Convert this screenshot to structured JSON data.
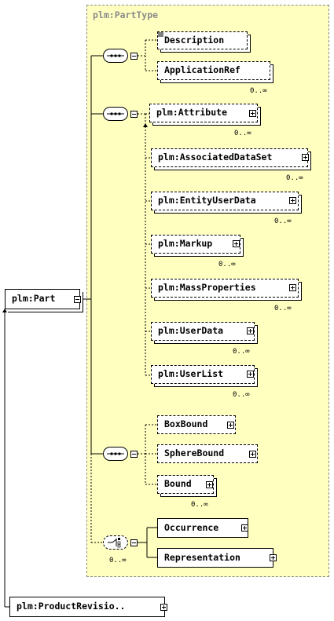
{
  "complex_type": {
    "title": "plm:PartType"
  },
  "root": {
    "label": "plm:Part"
  },
  "parent": {
    "label": "plm:ProductRevisio.."
  },
  "sequence_1": {
    "elements": [
      {
        "label": "Description",
        "occurs": ""
      },
      {
        "label": "ApplicationRef",
        "occurs": "0..∞"
      }
    ]
  },
  "sequence_2": {
    "elements": [
      {
        "label": "plm:Attribute",
        "occurs": "0..∞"
      },
      {
        "label": "plm:AssociatedDataSet",
        "occurs": "0..∞"
      },
      {
        "label": "plm:EntityUserData",
        "occurs": "0..∞"
      },
      {
        "label": "plm:Markup",
        "occurs": "0..∞"
      },
      {
        "label": "plm:MassProperties",
        "occurs": "0..∞"
      },
      {
        "label": "plm:UserData",
        "occurs": "0..∞"
      },
      {
        "label": "plm:UserList",
        "occurs": "0..∞"
      }
    ]
  },
  "sequence_3": {
    "elements": [
      {
        "label": "BoxBound",
        "occurs": ""
      },
      {
        "label": "SphereBound",
        "occurs": ""
      },
      {
        "label": "Bound",
        "occurs": "0..∞"
      }
    ]
  },
  "choice": {
    "occurs": "0..∞",
    "elements": [
      {
        "label": "Occurrence"
      },
      {
        "label": "Representation"
      }
    ]
  },
  "colors": {
    "complex_bg": "#ffffc0",
    "complex_border": "#8a8a8a",
    "line": "#000000"
  }
}
